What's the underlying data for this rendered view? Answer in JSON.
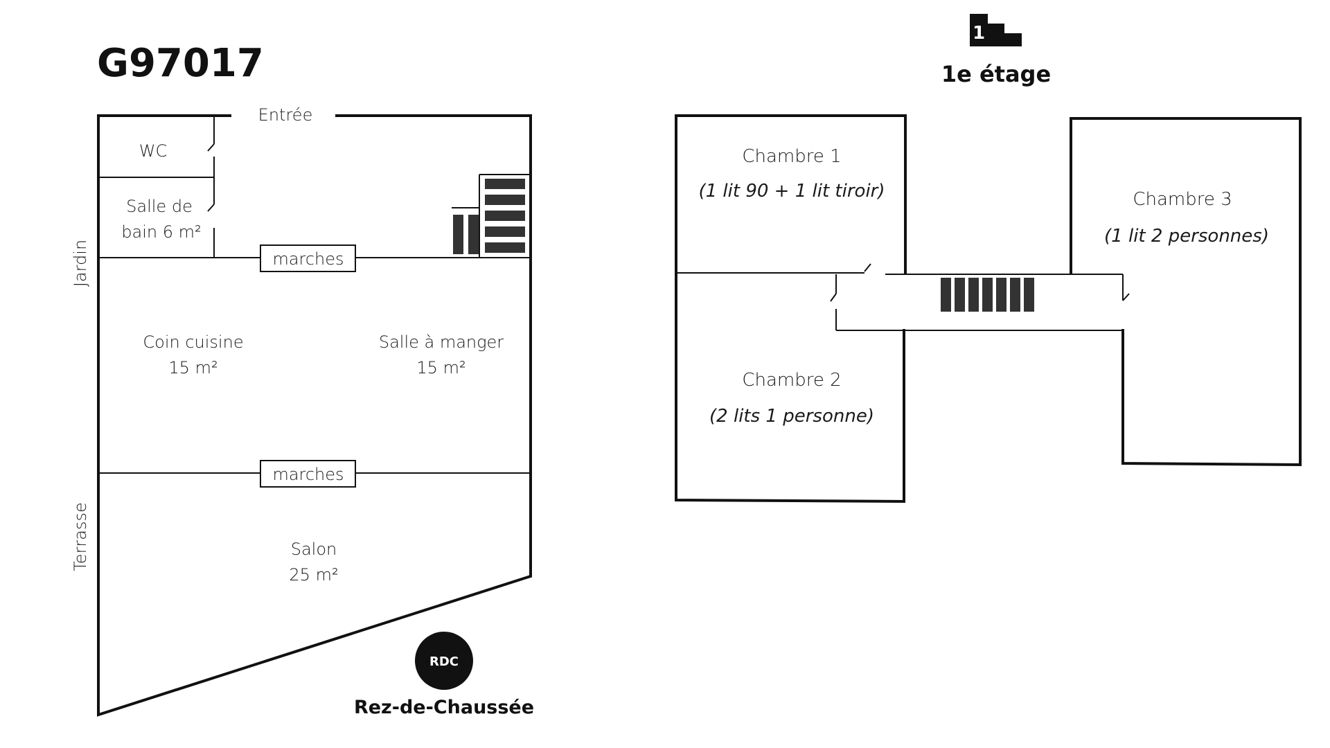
{
  "plan_code": "G97017",
  "ground_floor": {
    "badge": "RDC",
    "name": "Rez-de-Chaussée",
    "entrance": "Entrée",
    "wc": "WC",
    "bathroom_line1": "Salle de",
    "bathroom_line2": "bain 6 m²",
    "steps_upper": "marches",
    "steps_lower": "marches",
    "kitchen_name": "Coin cuisine",
    "kitchen_area": "15 m²",
    "dining_name": "Salle à manger",
    "dining_area": "15 m²",
    "living_name": "Salon",
    "living_area": "25 m²",
    "garden": "Jardin",
    "terrace": "Terrasse"
  },
  "first_floor": {
    "badge": "1",
    "name": "1e étage",
    "bedroom1_name": "Chambre 1",
    "bedroom1_beds": "(1 lit 90 + 1 lit tiroir)",
    "bedroom2_name": "Chambre 2",
    "bedroom2_beds": "(2 lits 1 personne)",
    "bedroom3_name": "Chambre 3",
    "bedroom3_beds": "(1 lit 2 personnes)"
  }
}
